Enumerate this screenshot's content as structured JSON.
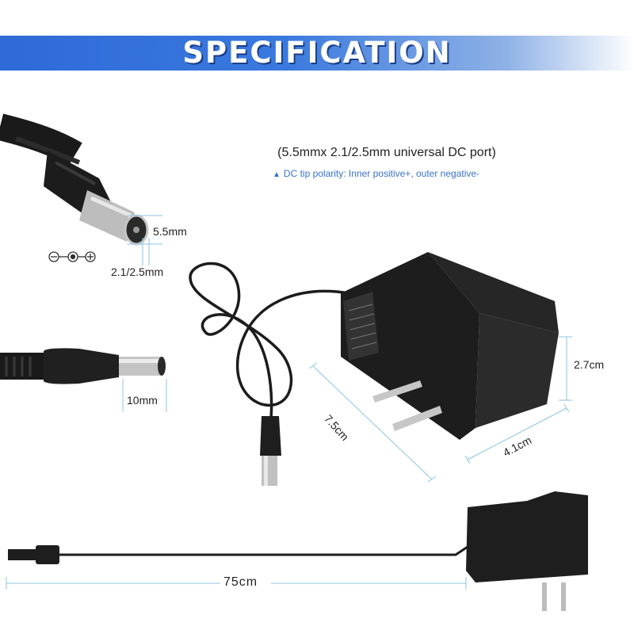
{
  "header": {
    "title": "SPECIFICATION"
  },
  "port": {
    "title": "(5.5mmx 2.1/2.5mm universal DC port)",
    "polarity_note": "DC tip polarity: Inner positive+, outer negative-",
    "outer_diameter": "5.5mm",
    "inner_diameter": "2.1/2.5mm",
    "tip_length": "10mm"
  },
  "adapter": {
    "height": "2.7cm",
    "length": "7.5cm",
    "width": "4.1cm"
  },
  "cable": {
    "length": "75cm"
  },
  "colors": {
    "banner": "#2e6ad8",
    "dimension_line": "#8cc4e0",
    "note": "#3a72c8"
  }
}
